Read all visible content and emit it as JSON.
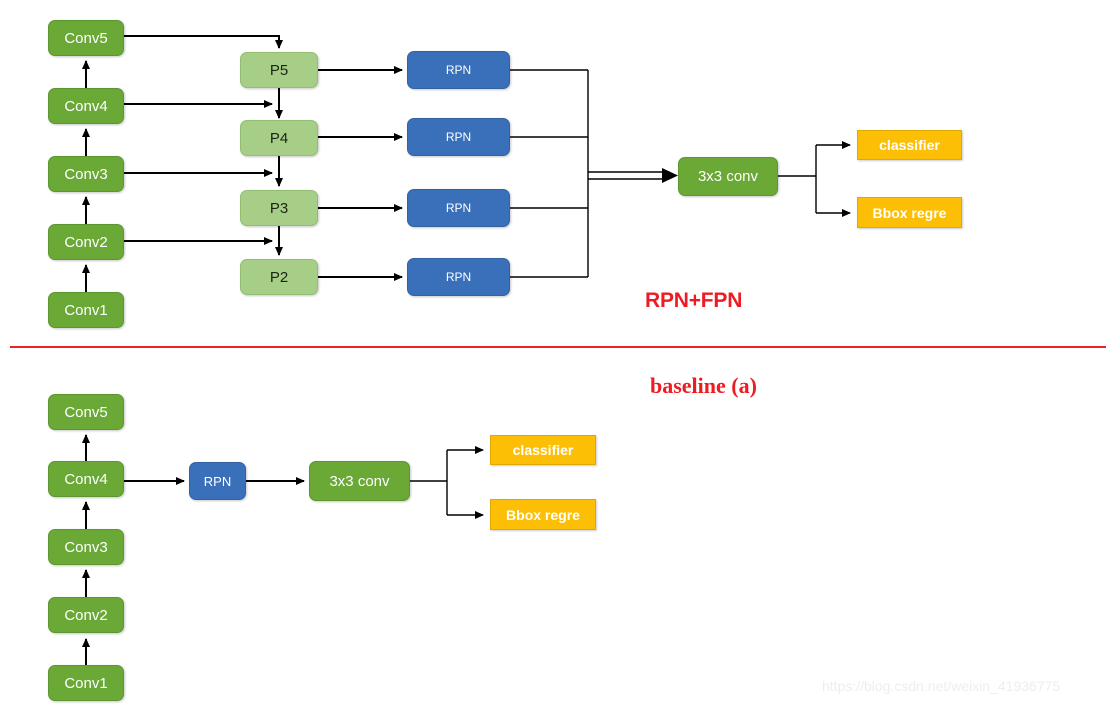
{
  "diagram": {
    "title_top": "RPN+FPN",
    "title_bottom": "baseline (a)",
    "watermark": "https://blog.csdn.net/weixin_41936775",
    "colors": {
      "conv_green": "#6aa936",
      "pyramid_green": "#a6ce86",
      "rpn_blue": "#3a6fb9",
      "output_orange": "#fcbf06",
      "caption_red": "#ed1c24",
      "divider_red": "#e8232a",
      "wire_black": "#000000"
    }
  },
  "top": {
    "backbone": [
      {
        "label": "Conv5"
      },
      {
        "label": "Conv4"
      },
      {
        "label": "Conv3"
      },
      {
        "label": "Conv2"
      },
      {
        "label": "Conv1"
      }
    ],
    "pyramid": [
      {
        "label": "P5"
      },
      {
        "label": "P4"
      },
      {
        "label": "P3"
      },
      {
        "label": "P2"
      }
    ],
    "heads": [
      {
        "label": "RPN"
      },
      {
        "label": "RPN"
      },
      {
        "label": "RPN"
      },
      {
        "label": "RPN"
      }
    ],
    "conv": {
      "label": "3x3 conv"
    },
    "outputs": [
      {
        "label": "classifier"
      },
      {
        "label": "Bbox regre"
      }
    ]
  },
  "bottom": {
    "backbone": [
      {
        "label": "Conv5"
      },
      {
        "label": "Conv4"
      },
      {
        "label": "Conv3"
      },
      {
        "label": "Conv2"
      },
      {
        "label": "Conv1"
      }
    ],
    "rpn": {
      "label": "RPN"
    },
    "conv": {
      "label": "3x3 conv"
    },
    "outputs": [
      {
        "label": "classifier"
      },
      {
        "label": "Bbox regre"
      }
    ]
  }
}
